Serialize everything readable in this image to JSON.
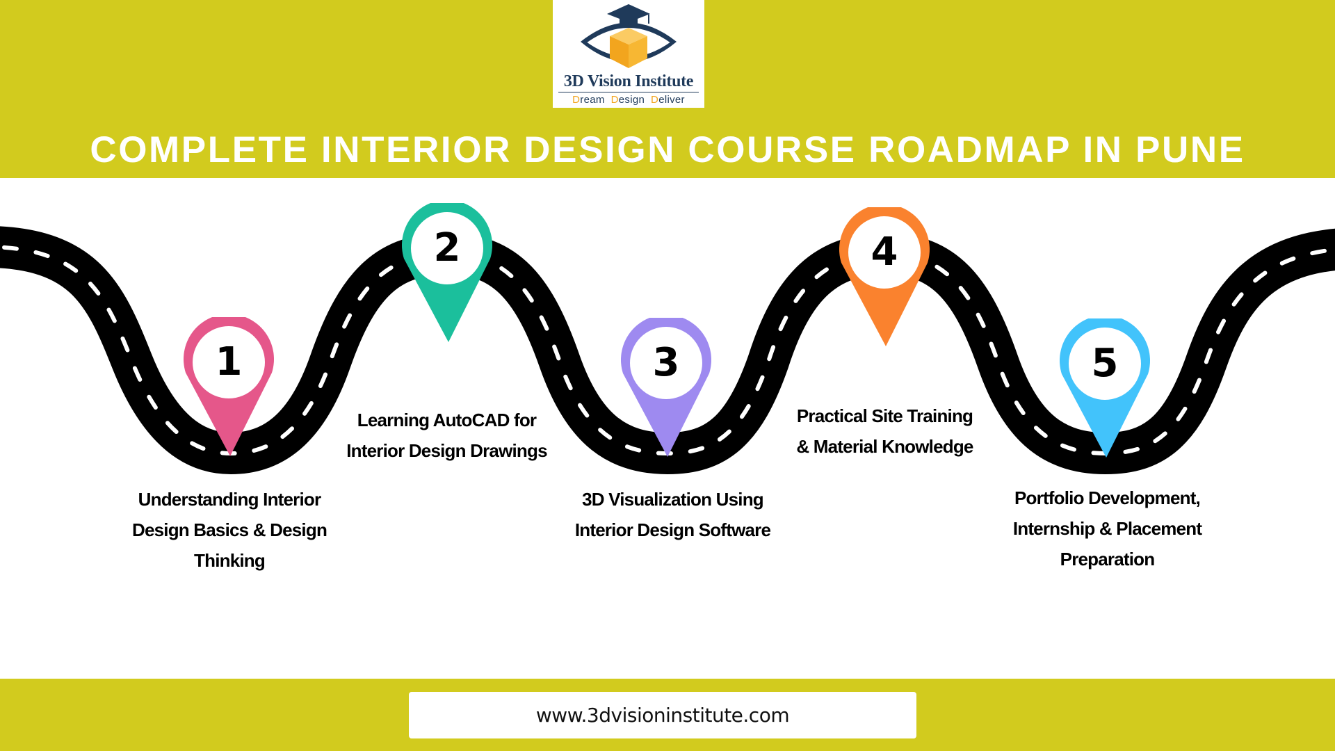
{
  "header": {
    "logo": {
      "name": "3D Vision Institute",
      "tagline_parts": [
        {
          "initial": "D",
          "rest": "ream"
        },
        {
          "initial": "D",
          "rest": "esign"
        },
        {
          "initial": "D",
          "rest": "eliver"
        }
      ],
      "colors": {
        "navy": "#1F3A5A",
        "orange": "#F2A51E"
      }
    },
    "title": "COMPLETE INTERIOR DESIGN COURSE ROADMAP IN PUNE"
  },
  "roadmap": {
    "steps": [
      {
        "number": "1",
        "label_lines": [
          "Understanding Interior",
          "Design Basics & Design",
          "Thinking"
        ],
        "color": "#E5578A",
        "icon": "map-pin-icon"
      },
      {
        "number": "2",
        "label_lines": [
          "Learning AutoCAD for",
          "Interior Design Drawings"
        ],
        "color": "#1BBF9C",
        "icon": "map-pin-icon"
      },
      {
        "number": "3",
        "label_lines": [
          "3D Visualization Using",
          "Interior Design Software"
        ],
        "color": "#9E8AF0",
        "icon": "map-pin-icon"
      },
      {
        "number": "4",
        "label_lines": [
          "Practical Site Training",
          "& Material Knowledge"
        ],
        "color": "#FA822E",
        "icon": "map-pin-icon"
      },
      {
        "number": "5",
        "label_lines": [
          "Portfolio Development,",
          "Internship & Placement",
          "Preparation"
        ],
        "color": "#42C3FB",
        "icon": "map-pin-icon"
      }
    ]
  },
  "footer": {
    "url": "www.3dvisioninstitute.com"
  },
  "theme": {
    "band_color": "#D2CB1E",
    "road_color": "#000000",
    "road_dash_color": "#ffffff"
  }
}
